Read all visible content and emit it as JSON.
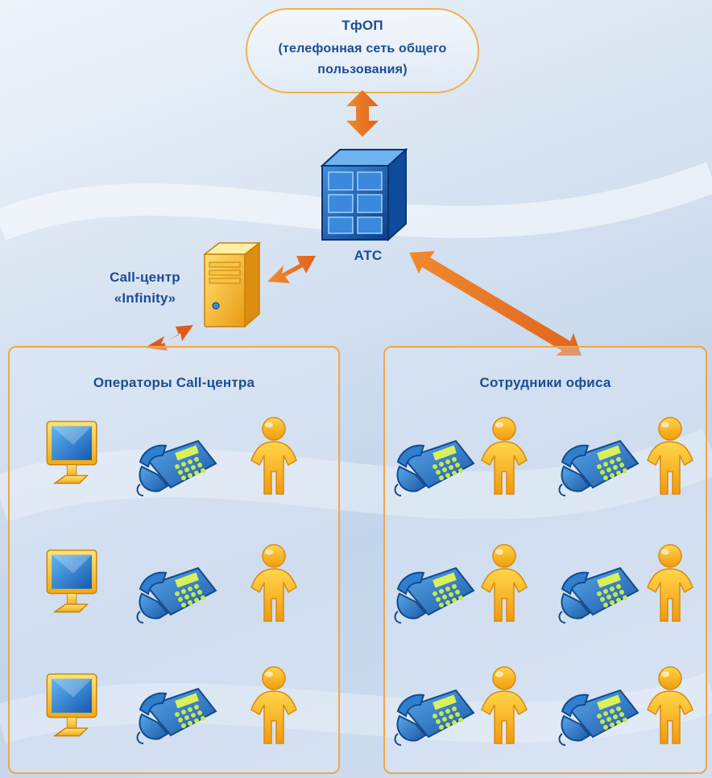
{
  "pstn": {
    "title": "ТфОП",
    "subtitle_line1": "(телефонная сеть общего",
    "subtitle_line2": "пользования)"
  },
  "pbx": {
    "label": "АТС",
    "icon": "pbx-cube-icon"
  },
  "callcenter": {
    "label_line1": "Call-центр",
    "label_line2": "«Infinity»",
    "icon": "server-icon"
  },
  "operators": {
    "title": "Операторы Call-центра",
    "row_icons": [
      "monitor-icon",
      "phone-icon",
      "person-icon"
    ],
    "rows": 3
  },
  "office": {
    "title": "Сотрудники офиса",
    "row_icons": [
      "phone-icon",
      "person-icon",
      "phone-icon",
      "person-icon"
    ],
    "rows": 3
  },
  "colors": {
    "label_blue": "#1b4d92",
    "arrow_orange": "#e8772a",
    "box_border": "#f0a742",
    "person_yellow": "#f7b21c",
    "phone_blue": "#2a78c8"
  }
}
